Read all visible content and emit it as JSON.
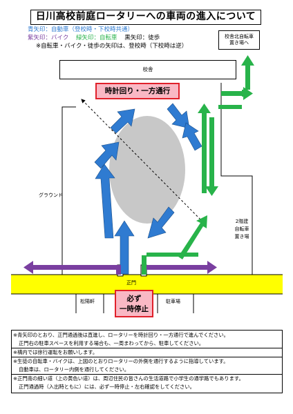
{
  "title": "日川高校前庭ロータリーへの車両の進入について",
  "legend": {
    "line1": "青矢印：自動車（登校時・下校時共通）",
    "line2_purple": "紫矢印：バイク",
    "line2_green": "緑矢印：自転車",
    "line2_black": "黒矢印：徒歩",
    "line3": "※自転車・バイク・徒歩の矢印は、登校時（下校時は逆）"
  },
  "labels": {
    "bike_parking_north": [
      "校舎北自転車",
      "置き場へ"
    ],
    "school_building": "校舎",
    "one_way": "時計回り・一方通行",
    "ground": "グラウンド",
    "bike_parking_2f": [
      "2階建",
      "自転車",
      "置き場"
    ],
    "main_gate": "正門",
    "shoyoken": "松陽軒",
    "parking": "駐車場",
    "stop": [
      "必ず",
      "一時停止"
    ]
  },
  "colors": {
    "car_arrow": "#2f7bd1",
    "bike_arrow": "#7a3fa0",
    "bicycle_arrow": "#28b34a",
    "road": "#ffff00",
    "rotary": "#c8c8c8",
    "label_red": "#e0202a",
    "label_pink": "#f9b8c4"
  },
  "notes": [
    "※青矢印のとおり、正門通過後は直進し、ロータリーを時計回り・一方通行で進んでください。",
    "正門右の駐車スペースを利用する場合も、一周まわってから、駐車してください。",
    "※構内では徐行運転をお願いします。",
    "※生徒の自転車・バイクは、上図のとおりロータリーの外側を通行するように指導しています。",
    "自動車は、ロータリー内側を通行してください。",
    "※正門南の細い道（上の黄色い道）は、周辺住民の皆さんの生活道路で小学生の通学路でもあります。",
    "正門通過時（入出時ともに）には、必ず一時停止・左右確認をしてください。"
  ]
}
